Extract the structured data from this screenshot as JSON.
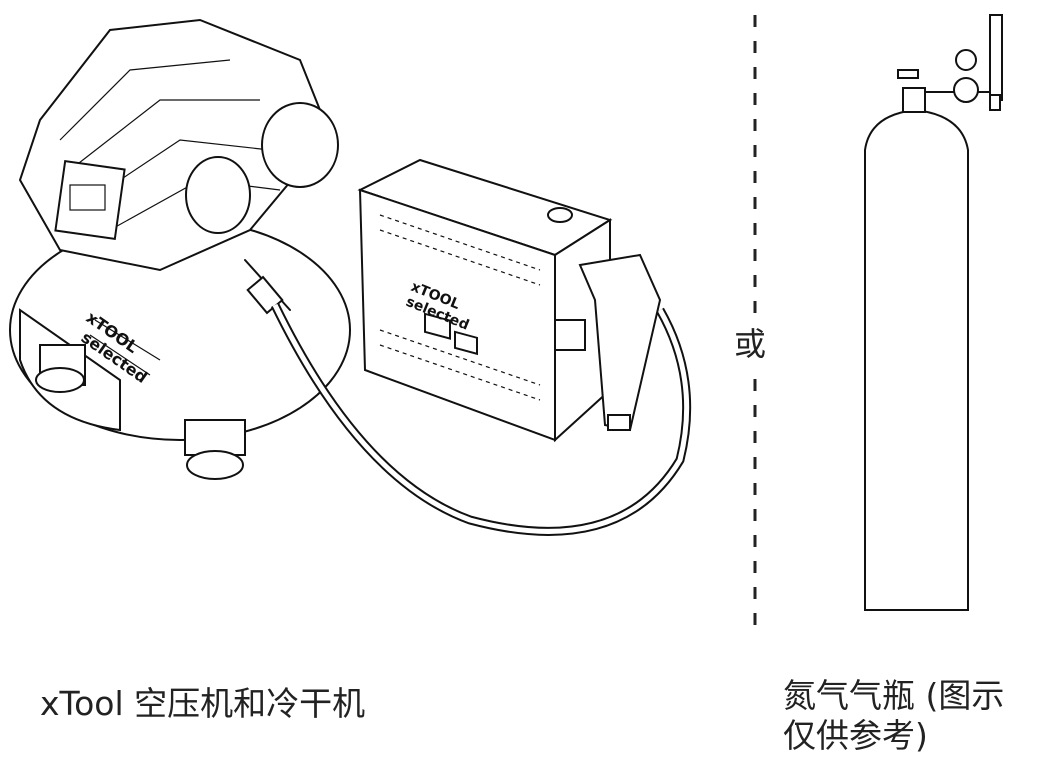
{
  "labels": {
    "left_caption": "xTool 空压机和冷干机",
    "or": "或",
    "right_caption_line1": "氮气气瓶 (图示",
    "right_caption_line2": "仅供参考)"
  },
  "logos": {
    "compressor_brand": "xTOOL selected",
    "dryer_brand": "xTOOL selected"
  },
  "colors": {
    "line": "#111111",
    "text": "#222222",
    "background": "#ffffff"
  }
}
